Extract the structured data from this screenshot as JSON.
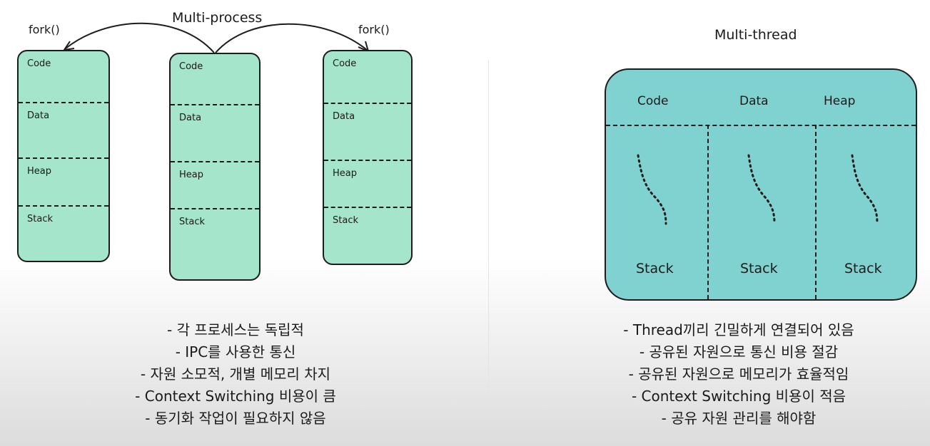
{
  "multiprocess": {
    "title": "Multi-process",
    "fork_left": "fork()",
    "fork_right": "fork()",
    "processes": [
      {
        "segments": [
          "Code",
          "Data",
          "Heap",
          "Stack"
        ]
      },
      {
        "segments": [
          "Code",
          "Data",
          "Heap",
          "Stack"
        ]
      },
      {
        "segments": [
          "Code",
          "Data",
          "Heap",
          "Stack"
        ]
      }
    ],
    "bullets": [
      "-  각 프로세스는 독립적",
      "-  IPC를 사용한 통신",
      "-  자원 소모적, 개별 메모리 차지",
      "-  Context Switching 비용이 큼",
      "-  동기화 작업이 필요하지 않음"
    ]
  },
  "multithread": {
    "title": "Multi-thread",
    "shared": [
      "Code",
      "Data",
      "Heap"
    ],
    "stacks": [
      "Stack",
      "Stack",
      "Stack"
    ],
    "bullets": [
      "-  Thread끼리 긴밀하게 연결되어 있음",
      "-  공유된 자원으로 통신 비용 절감",
      "-  공유된 자원으로 메모리가 효율적임",
      "-  Context Switching 비용이 적음",
      "-  공유 자원 관리를 해야함"
    ]
  },
  "colors": {
    "process_fill": "#a4e5cb",
    "thread_fill": "#7fd2d0",
    "outline": "#1c1c1c"
  }
}
